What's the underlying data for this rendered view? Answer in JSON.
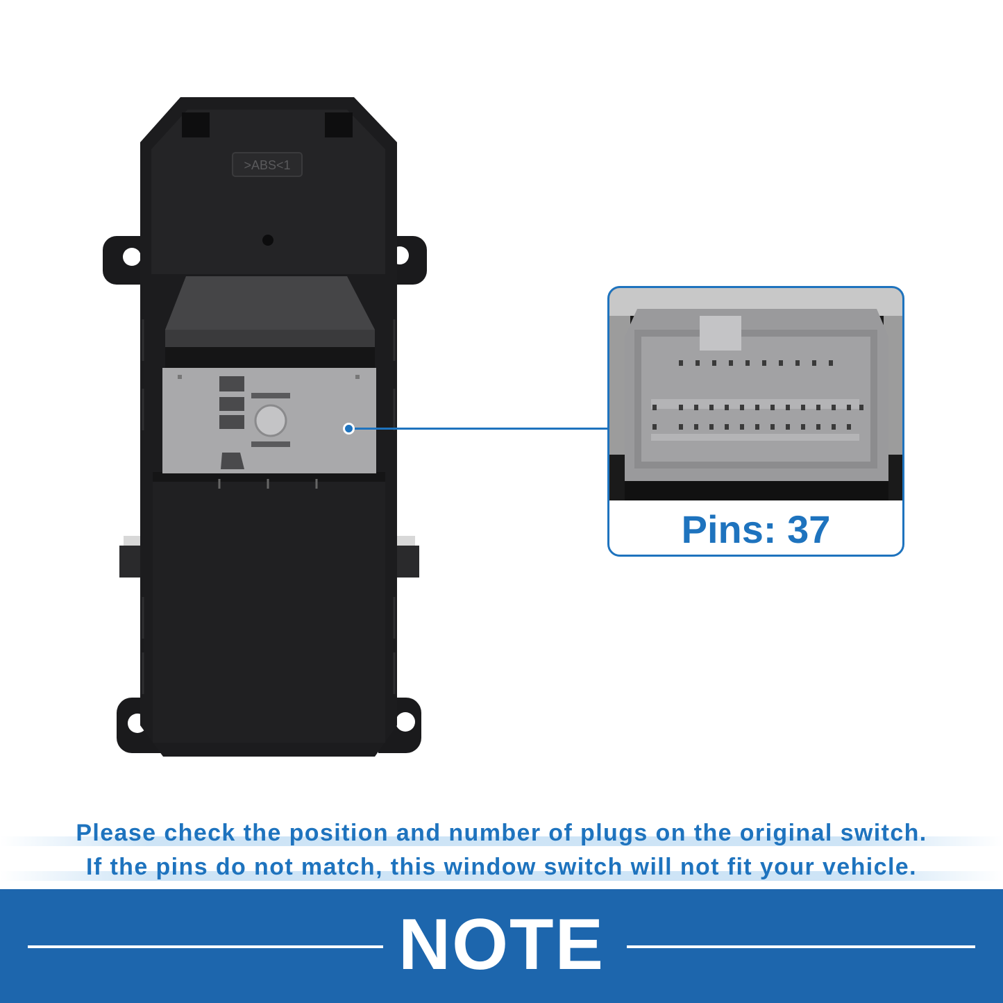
{
  "product": {
    "housing_mark": ">ABS<1"
  },
  "callout": {
    "pins_label": "Pins: 37"
  },
  "notice": {
    "line1": "Please check the position and number of plugs on the original switch.",
    "line2": "If the pins do not match, this window switch will not fit your vehicle."
  },
  "banner": {
    "title": "NOTE"
  },
  "colors": {
    "accent": "#1e73be",
    "banner": "#1d66ad",
    "housing": "#1c1c1e",
    "connector": "#a9a9ab"
  }
}
